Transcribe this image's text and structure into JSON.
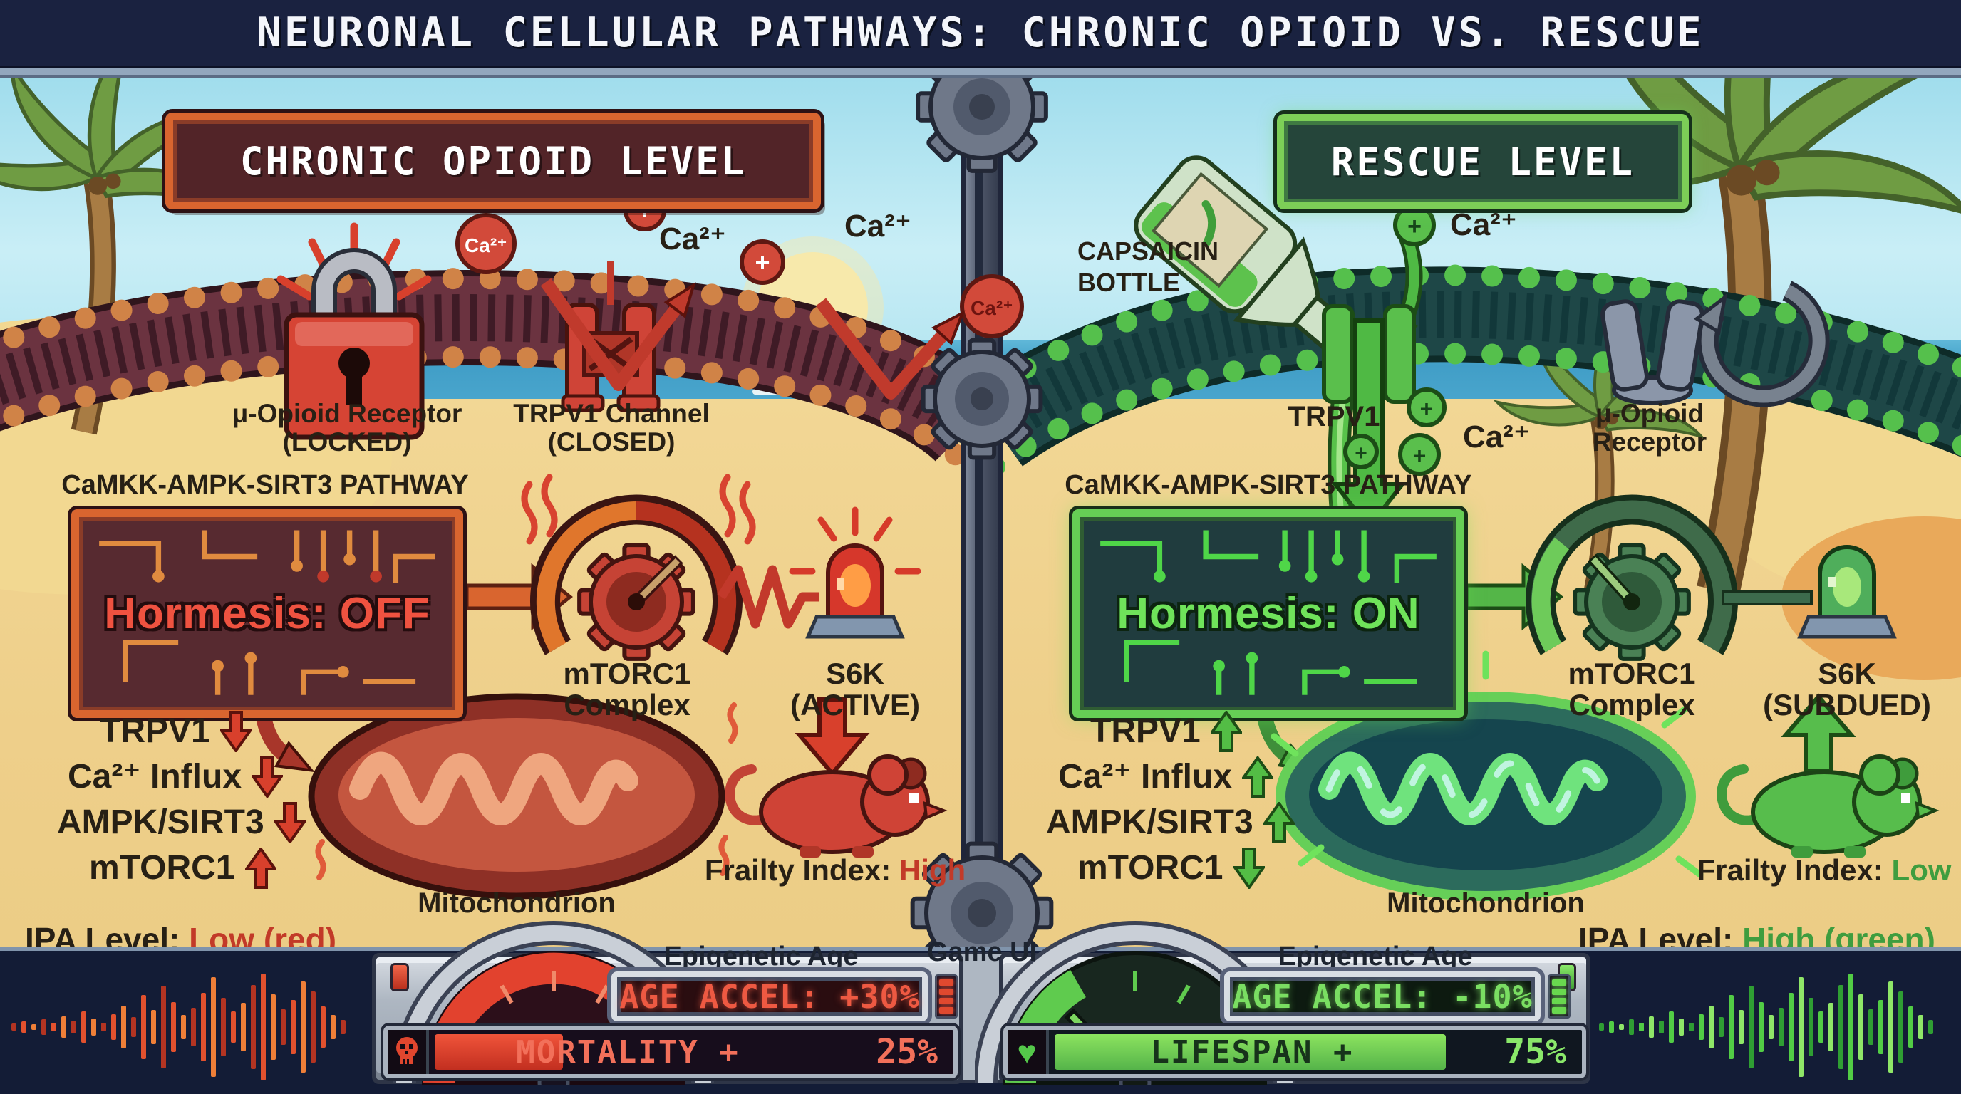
{
  "title": "NEURONAL CELLULAR PATHWAYS: CHRONIC OPIOID VS. RESCUE",
  "icons": {
    "plus": "+",
    "heart": "♥"
  },
  "colors": {
    "chronic_accent": "#d8402c",
    "rescue_accent": "#58c24a",
    "hud_navy": "#131c36",
    "sand": "#f0d493",
    "sky": "#a8e0ee"
  },
  "left_panel": {
    "banner": "CHRONIC OPIOID LEVEL",
    "ca_label": "Ca²⁺",
    "receptor": {
      "name": "μ-Opioid Receptor",
      "state": "(LOCKED)"
    },
    "channel": {
      "name": "TRPV1 Channel",
      "state": "(CLOSED)"
    },
    "pathway_title": "CaMKK-AMPK-SIRT3 PATHWAY",
    "hormesis": "Hormesis: OFF",
    "mtorc1": {
      "line1": "mTORC1",
      "line2": "Complex"
    },
    "s6k": {
      "name": "S6K",
      "state": "(ACTIVE)"
    },
    "effects": [
      {
        "label": "TRPV1",
        "direction": "down"
      },
      {
        "label": "Ca²⁺ Influx",
        "direction": "down"
      },
      {
        "label": "AMPK/SIRT3",
        "direction": "down"
      },
      {
        "label": "mTORC1",
        "direction": "up"
      }
    ],
    "mitochondrion_label": "Mitochondrion",
    "frailty": {
      "label": "Frailty Index: ",
      "value": "High"
    },
    "ipa": {
      "label": "IPA Level: ",
      "value": "Low (red)"
    },
    "hud": {
      "gauge_title": "Epigenetic Age",
      "display": "AGE ACCEL: +30%",
      "bar_label": "MORTALITY +",
      "bar_value": "25%",
      "bar_fill_pct": 25
    }
  },
  "right_panel": {
    "banner": "RESCUE LEVEL",
    "bottle_label_line1": "CAPSAICIN",
    "bottle_label_line2": "BOTTLE",
    "ca_label": "Ca²⁺",
    "channel_label": "TRPV1",
    "receptor": {
      "line1": "μ-Opioid",
      "line2": "Receptor"
    },
    "pathway_title": "CaMKK-AMPK-SIRT3 PATHWAY",
    "hormesis": "Hormesis: ON",
    "mtorc1": {
      "line1": "mTORC1",
      "line2": "Complex"
    },
    "s6k": {
      "name": "S6K",
      "state": "(SUBDUED)"
    },
    "effects": [
      {
        "label": "TRPV1",
        "direction": "up"
      },
      {
        "label": "Ca²⁺ Influx",
        "direction": "up"
      },
      {
        "label": "AMPK/SIRT3",
        "direction": "up"
      },
      {
        "label": "mTORC1",
        "direction": "down"
      }
    ],
    "mitochondrion_label": "Mitochondrion",
    "frailty": {
      "label": "Frailty Index: ",
      "value": "Low"
    },
    "ipa": {
      "label": "IPA Level: ",
      "value": "High (green)"
    },
    "hud": {
      "gauge_title": "Epigenetic Age",
      "display": "AGE ACCEL: -10%",
      "bar_label": "LIFESPAN +",
      "bar_value": "75%",
      "bar_fill_pct": 75
    }
  },
  "center": {
    "game_ui_label": "Game UI"
  }
}
